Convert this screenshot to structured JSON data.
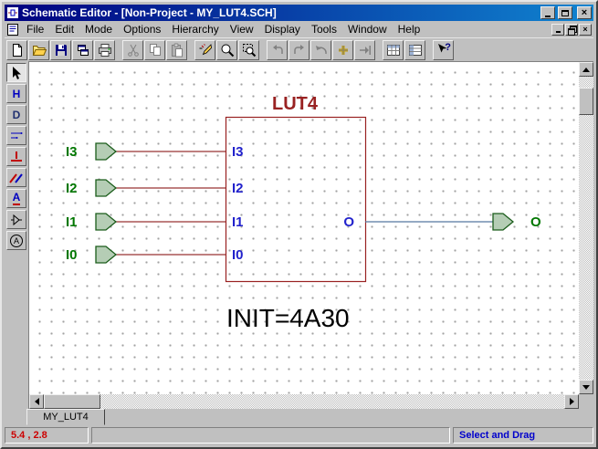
{
  "window": {
    "title": "Schematic Editor - [Non-Project - MY_LUT4.SCH]"
  },
  "menubar": {
    "items": [
      {
        "label": "File"
      },
      {
        "label": "Edit"
      },
      {
        "label": "Mode"
      },
      {
        "label": "Options"
      },
      {
        "label": "Hierarchy"
      },
      {
        "label": "View"
      },
      {
        "label": "Display"
      },
      {
        "label": "Tools"
      },
      {
        "label": "Window"
      },
      {
        "label": "Help"
      }
    ]
  },
  "toolbar": {
    "buttons": [
      {
        "name": "new-button"
      },
      {
        "name": "open-button"
      },
      {
        "name": "save-button"
      },
      {
        "name": "cascade-button"
      },
      {
        "name": "print-button"
      },
      {
        "name": "cut-button",
        "disabled": true
      },
      {
        "name": "copy-button",
        "disabled": true
      },
      {
        "name": "paste-button",
        "disabled": true
      },
      {
        "name": "draw-wire-button"
      },
      {
        "name": "zoom-in-button"
      },
      {
        "name": "zoom-area-button"
      },
      {
        "name": "back-button",
        "disabled": true
      },
      {
        "name": "forward-button",
        "disabled": true
      },
      {
        "name": "undo-button",
        "disabled": true
      },
      {
        "name": "add-button",
        "disabled": true
      },
      {
        "name": "end-button",
        "disabled": true
      },
      {
        "name": "table-button",
        "disabled": true
      },
      {
        "name": "grid-button",
        "disabled": true
      },
      {
        "name": "context-help-button",
        "glyph": "?"
      }
    ]
  },
  "palette": {
    "buttons": [
      {
        "name": "select-pointer-tool",
        "active": true
      },
      {
        "name": "hierarchy-tool",
        "glyph": "H"
      },
      {
        "name": "symbol-tool",
        "glyph": "D"
      },
      {
        "name": "wire-tool"
      },
      {
        "name": "bus-tap-tool"
      },
      {
        "name": "bus-tool"
      },
      {
        "name": "text-tool",
        "glyph": "A"
      },
      {
        "name": "port-tool"
      },
      {
        "name": "annotate-tool",
        "glyph": "A"
      }
    ]
  },
  "schematic": {
    "component": {
      "title": "LUT4",
      "left_pins": [
        "I3",
        "I2",
        "I1",
        "I0"
      ],
      "right_pins": [
        "O"
      ],
      "attribute": "INIT=4A30"
    },
    "ports": {
      "inputs": [
        "I3",
        "I2",
        "I1",
        "I0"
      ],
      "output": "O"
    }
  },
  "sheet_tab": {
    "label": "MY_LUT4"
  },
  "statusbar": {
    "coordinates": "5.4 , 2.8",
    "message": "",
    "mode": "Select and Drag"
  },
  "colors": {
    "titlebar_start": "#000080",
    "titlebar_end": "#1084d0",
    "component": "#992222",
    "pin_text": "#2222cc",
    "port_text": "#007700",
    "input_wire": "#993333",
    "output_wire": "#5578a0",
    "status_coordinates": "#cc0000",
    "status_mode": "#0000cc",
    "chrome": "#c0c0c0"
  }
}
